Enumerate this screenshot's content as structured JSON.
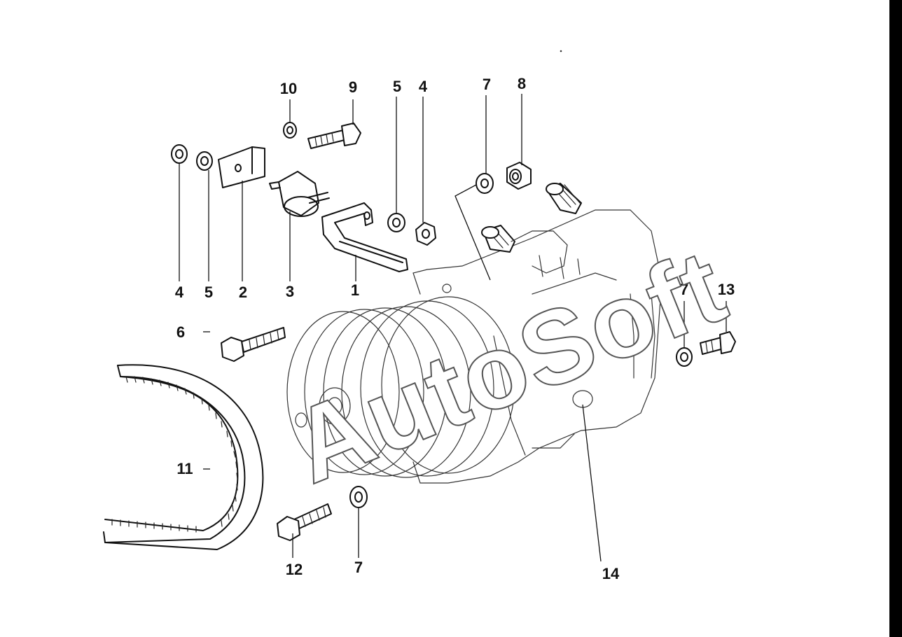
{
  "diagram": {
    "callouts": [
      {
        "id": "c10",
        "text": "10"
      },
      {
        "id": "c9",
        "text": "9"
      },
      {
        "id": "c5a",
        "text": "5"
      },
      {
        "id": "c4a",
        "text": "4"
      },
      {
        "id": "c7a",
        "text": "7"
      },
      {
        "id": "c8",
        "text": "8"
      },
      {
        "id": "c4b",
        "text": "4"
      },
      {
        "id": "c5b",
        "text": "5"
      },
      {
        "id": "c2",
        "text": "2"
      },
      {
        "id": "c3",
        "text": "3"
      },
      {
        "id": "c1",
        "text": "1"
      },
      {
        "id": "c7b",
        "text": "7"
      },
      {
        "id": "c13",
        "text": "13"
      },
      {
        "id": "c6",
        "text": "6"
      },
      {
        "id": "c11",
        "text": "11"
      },
      {
        "id": "c12",
        "text": "12"
      },
      {
        "id": "c7c",
        "text": "7"
      },
      {
        "id": "c14",
        "text": "14"
      }
    ],
    "watermark": "AutoSoft"
  }
}
